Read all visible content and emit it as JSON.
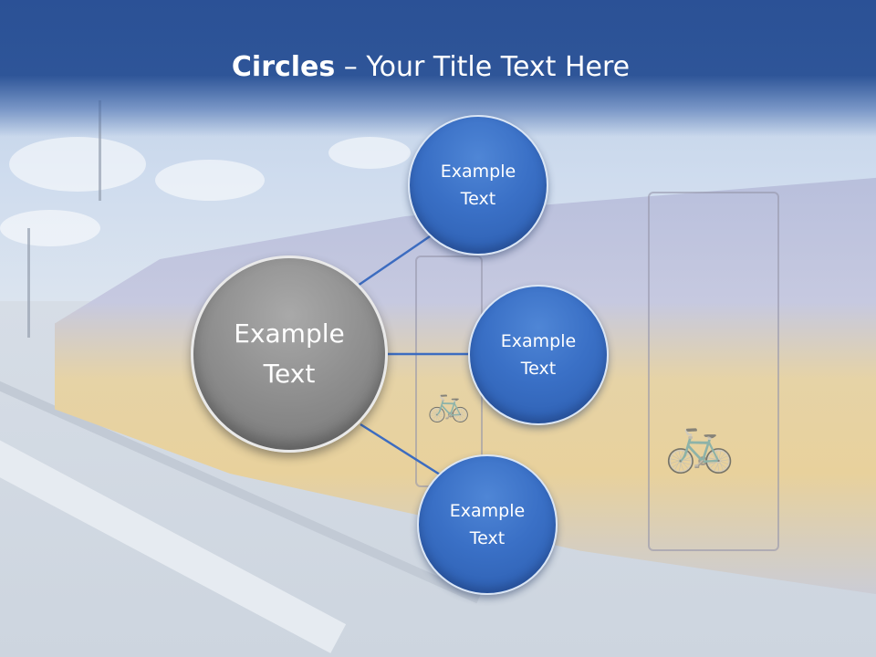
{
  "slide": {
    "title_bold": "Circles",
    "title_rest": " – Your Title Text Here"
  },
  "center_circle": {
    "label": "Example\nText",
    "color": "#8e8e8e"
  },
  "satellites": [
    {
      "label": "Example\nText",
      "color": "#3a70c6"
    },
    {
      "label": "Example\nText",
      "color": "#3a70c6"
    },
    {
      "label": "Example\nText",
      "color": "#3a70c6"
    }
  ],
  "connector_color": "#3c6cc0",
  "header_color": "#2b5196"
}
